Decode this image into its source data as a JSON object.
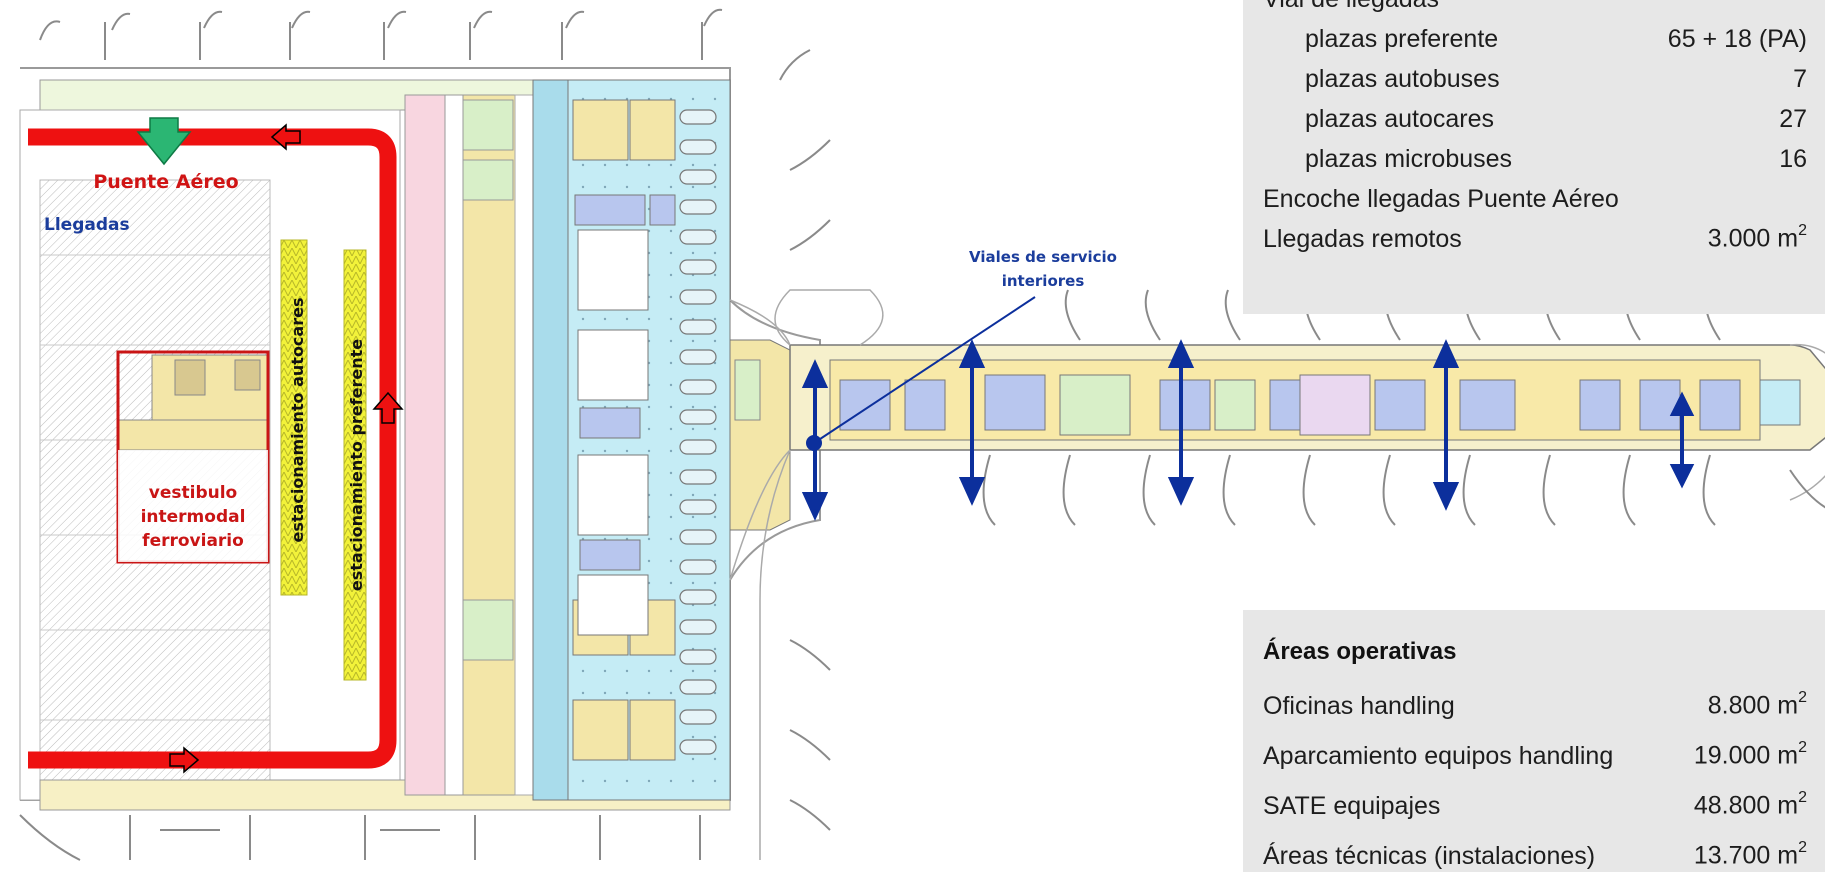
{
  "plan": {
    "labels": {
      "puente_aereo": "Puente Aéreo",
      "llegadas": "Llegadas",
      "vestibulo": [
        "vestibulo",
        "intermodal",
        "ferroviario"
      ],
      "estacionamiento_autocares": "estacionamiento autocares",
      "estacionamiento_preferente": "estacionamiento preferente",
      "viales_callout": [
        "Viales de servicio",
        "interiores"
      ]
    },
    "colors": {
      "road_red": "#ee1111",
      "arrow_green": "#2bb673",
      "callout_blue": "#0c2f9c",
      "parking_yellow": "#f2f23a",
      "terminal_cyan": "#c5ecf5",
      "pier_yellow": "#f6f0cc"
    }
  },
  "panel_top": {
    "partial_heading": "Vial de llegadas",
    "rows": [
      {
        "label": "plazas preferente",
        "value": "65 + 18 (PA)"
      },
      {
        "label": "plazas autobuses",
        "value": "7"
      },
      {
        "label": "plazas autocares",
        "value": "27"
      },
      {
        "label": "plazas microbuses",
        "value": "16"
      }
    ],
    "encoche": "Encoche llegadas Puente Aéreo",
    "remotos": {
      "label": "Llegadas remotos",
      "value": "3.000 m",
      "unit_exp": "2"
    }
  },
  "panel_bottom": {
    "title": "Áreas operativas",
    "rows": [
      {
        "label": "Oficinas handling",
        "value": "8.800 m",
        "unit_exp": "2"
      },
      {
        "label": "Aparcamiento equipos handling",
        "value": "19.000 m",
        "unit_exp": "2"
      },
      {
        "label": "SATE equipajes",
        "value": "48.800 m",
        "unit_exp": "2"
      },
      {
        "label": "Áreas técnicas (instalaciones)",
        "value": "13.700 m",
        "unit_exp": "2"
      }
    ]
  }
}
